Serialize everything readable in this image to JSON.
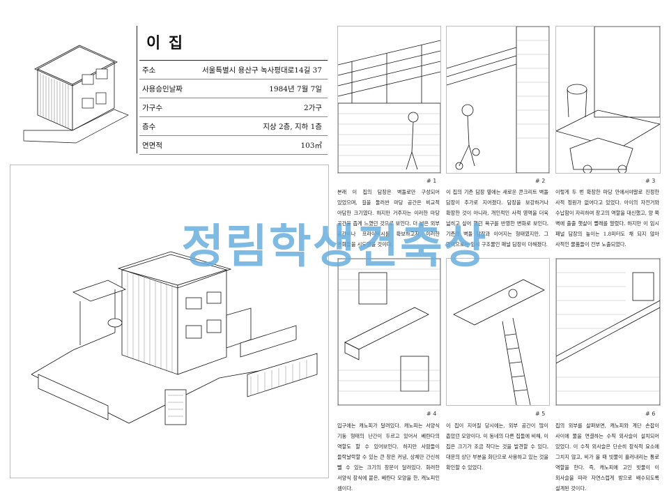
{
  "header": {
    "title": "이 집",
    "rows": [
      {
        "key": "주소",
        "value": "서울특별시 용산구 녹사평대로14길 37"
      },
      {
        "key": "사용승인날짜",
        "value": "1984년 7월 7일"
      },
      {
        "key": "가구수",
        "value": "2가구"
      },
      {
        "key": "층수",
        "value": "지상 2층, 지하 1층"
      },
      {
        "key": "연면적",
        "value": "103㎡"
      }
    ]
  },
  "panels": [
    {
      "number": "# 1",
      "text": "본래 이 집의 담장은 벽돌로만 구성되어 있었으며, 길을 둘러싼 마당 공간은 비교적 아담한 크기였다. 하지만 거주자는 이러한 마당 공간을 좁게 느꼈던 것으로 보인다. 더 넓은 외부 공간이나 프라이버시를 확보하고자 이러한 변화들을 시도했을 것이다."
    },
    {
      "number": "# 2",
      "text": "이 집의 기존 담장 옆에는 새로운 콘크리트 벽돌 담장이 추가로 지어졌다. 담장을 보강하거나 확장한 것이 아니라, 개인적인 사적 영역을 더욱 넓히고 싶어 했던 욕구를 반영한 변화로 보인다. 기존의 벽돌 담장과 이어지는 형태였지만, 그 영역으로는 임시 구조물인 패널 담장이 더해졌다."
    },
    {
      "number": "# 3",
      "text": "이렇게 두 번 확장한 마당 안에서야말로 진정한 사적 정원가 없어다고 있었다. 아이의 자전거와 수납함이 자리하여 창고의 역할을 대신했고, 양 쪽 벽에 출출 햇살이 빨래를 말렸다. 하지만 이 임시 패널 담장의 높이는 1.8미터도 채 되지 않아 사적인 물품들이 전부 노출되었다."
    },
    {
      "number": "# 4",
      "text": "입구에는 캐노피가 달려있다. 캐노피는 서양식 기둥 형태의 난간이 두르고 있어서 베란다의 역할도 할 수 있어보인다. 하지만 사람들이 들락날락할 수 있는 큰 창은 커녕, 상체만 간신히 뺄 수 있는 크기의 창문이 달려있다. 화려한 서양식 장식에 붙은, 베란다 모양을 한, 캐노피인 셈이다."
    },
    {
      "number": "# 5",
      "text": "이 집이 지어질 당시에는, 외부 공간이 많이 좁았던 모양이다. 이 동네의 다른 집들에 비해, 이 집은 크기가 조금 작다는 것을 발견할 수 있다. 대문의 상단 부분을 화단으로 사용하고 있는 것을 확인할 수 있었다."
    },
    {
      "number": "# 6",
      "text": "집의 외부를 살펴보면, 캐노피와 계단 손잡이 사이에 물을 연결하는 수직 외사슬이 설치되어 있었다. 이 수직 외사슬은 단순히 장식적 요소에 그치지 않고, 비가 올 때 빗물이 흘러내리는 통로 역할을 한다. 즉, 캐노피에 고인 빗물이 이 외사슬을 따라 자연스럽게 방으로 배수되도록 설계된 것이다."
    }
  ],
  "watermark": "정림학생건축상"
}
